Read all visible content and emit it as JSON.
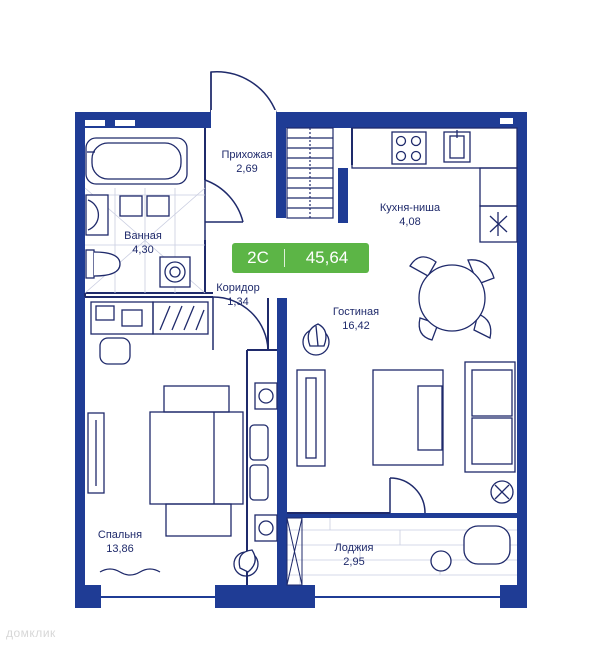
{
  "colors": {
    "wall": "#1f3c95",
    "line": "#1f2a6b",
    "badge": "#5cb546"
  },
  "unit": {
    "type": "2С",
    "total_area": "45,64"
  },
  "rooms": {
    "hall": {
      "name": "Прихожая",
      "area": "2,69"
    },
    "kitchen": {
      "name": "Кухня-ниша",
      "area": "4,08"
    },
    "bath": {
      "name": "Ванная",
      "area": "4,30"
    },
    "corridor": {
      "name": "Коридор",
      "area": "1,34"
    },
    "living": {
      "name": "Гостиная",
      "area": "16,42"
    },
    "bedroom": {
      "name": "Спальня",
      "area": "13,86"
    },
    "loggia": {
      "name": "Лоджия",
      "area": "2,95"
    }
  },
  "watermark": "домклик"
}
